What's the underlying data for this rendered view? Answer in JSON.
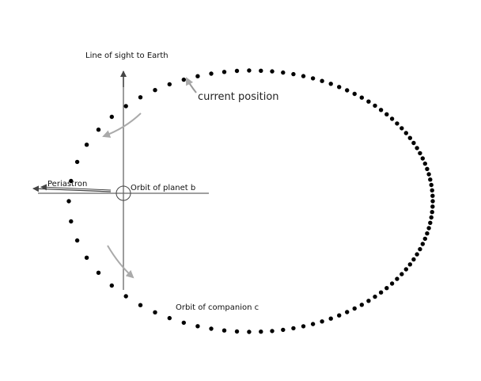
{
  "labels": {
    "line_of_sight": "Line of sight to Earth",
    "current_position": "current position",
    "periastron": "Periastron",
    "orbit_planet_b": "Orbit of planet b",
    "orbit_companion_c": "Orbit of companion c"
  },
  "colors": {
    "dots": "#000000",
    "axes": "#555555",
    "motion_arrows": "#aaaaaa",
    "text": "#111111"
  },
  "orbit": {
    "style": "dotted ellipse, dots densest near apastron (right) and sparse near periastron (left)",
    "motion_direction": "counter-clockwise (toward periastron on the left)"
  }
}
